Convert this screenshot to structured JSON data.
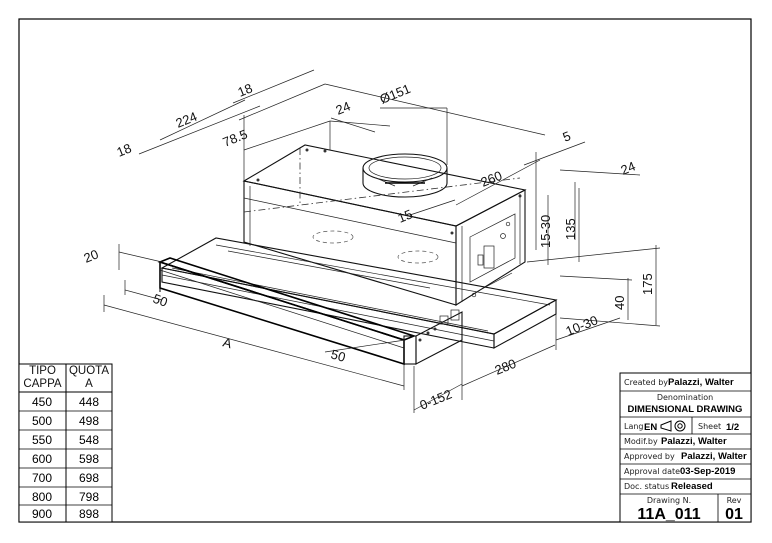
{
  "dimensions": {
    "d18_top": "18",
    "d224": "224",
    "d18_left": "18",
    "d78_5": "78.5",
    "d24_duct": "24",
    "diam151": "Ø151",
    "d5": "5",
    "d260": "260",
    "d24_right": "24",
    "d15_30": "15-30",
    "d135": "135",
    "d175": "175",
    "d15": "15",
    "d20": "20",
    "d50_left": "50",
    "dA": "A",
    "d50_front": "50",
    "d40": "40",
    "d10_30": "10-30",
    "d280": "280",
    "d0_152": "0-152"
  },
  "quota_table": {
    "header_col1": "TIPO CAPPA",
    "header_col2": "QUOTA A",
    "rows": [
      {
        "tipo": "450",
        "quota": "448"
      },
      {
        "tipo": "500",
        "quota": "498"
      },
      {
        "tipo": "550",
        "quota": "548"
      },
      {
        "tipo": "600",
        "quota": "598"
      },
      {
        "tipo": "700",
        "quota": "698"
      },
      {
        "tipo": "800",
        "quota": "798"
      },
      {
        "tipo": "900",
        "quota": "898"
      }
    ]
  },
  "title_block": {
    "created_label": "Created by",
    "created_value": "Palazzi, Walter",
    "denomination_label": "Denomination",
    "denomination_value": "DIMENSIONAL DRAWING",
    "lang_label": "Lang",
    "lang_value": "EN",
    "sheet_label": "Sheet",
    "sheet_value": "1/2",
    "modif_label": "Modif.by",
    "modif_value": "Palazzi, Walter",
    "approved_label": "Approved by",
    "approved_value": "Palazzi, Walter",
    "approval_date_label": "Approval date",
    "approval_date_value": "03-Sep-2019",
    "doc_status_label": "Doc. status",
    "doc_status_value": "Released",
    "drawing_label": "Drawing N.",
    "drawing_value": "11A_011",
    "rev_label": "Rev",
    "rev_value": "01"
  }
}
